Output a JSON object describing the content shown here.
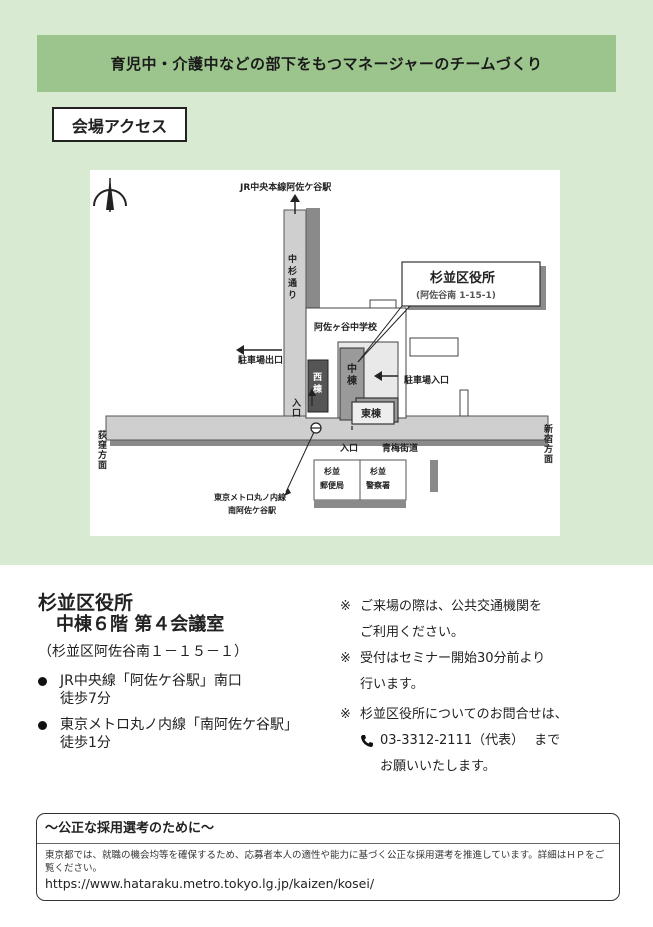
{
  "banner": {
    "title": "育児中・介護中などの部下をもつマネージャーのチームづくり"
  },
  "access_label": "会場アクセス",
  "map": {
    "jr_station": "JR中央本線阿佐ケ谷駅",
    "street_name": [
      "中",
      "杉",
      "通",
      "り"
    ],
    "school": "阿佐ヶ谷中学校",
    "parking_exit": "駐車場出口",
    "parking_entrance": "駐車場入口",
    "office_name": "杉並区役所",
    "office_address": "(阿佐谷南 1-15-1)",
    "west_wing": [
      "西",
      "棟"
    ],
    "center_wing": [
      "中",
      "棟"
    ],
    "east_wing": "東棟",
    "entrance_1": [
      "入",
      "口"
    ],
    "entrance_2": "入口",
    "road_name": "青梅街道",
    "left_direction": [
      "荻",
      "窪",
      "方",
      "面"
    ],
    "right_direction": [
      "新",
      "宿",
      "方",
      "面"
    ],
    "post_office": [
      "杉並",
      "郵便局"
    ],
    "police": [
      "杉並",
      "警察署"
    ],
    "metro_station": [
      "東京メトロ丸ノ内線",
      "南阿佐ケ谷駅"
    ]
  },
  "venue": {
    "name": "杉並区役所",
    "floor": "中棟６階  第４会議室",
    "address": "（杉並区阿佐谷南１－１５－１）",
    "routes": [
      {
        "line1": "JR中央線「阿佐ケ谷駅」南口",
        "line2": "徒歩7分"
      },
      {
        "line1": "東京メトロ丸ノ内線「南阿佐ケ谷駅」",
        "line2": "徒歩1分"
      }
    ]
  },
  "notes": {
    "mark": "※",
    "note1_line1": "ご来場の際は、公共交通機関を",
    "note1_line2": "ご利用ください。",
    "note2_line1": "受付はセミナー開始30分前より",
    "note2_line2": "行います。",
    "note3_line1": "杉並区役所についてのお問合せは、",
    "phone": "03-3312-2111（代表）",
    "phone_suffix": "まで",
    "note3_line3": "お願いいたします。"
  },
  "fair": {
    "title": "～公正な採用選考のために～",
    "body": "東京都では、就職の機会均等を確保するため、応募者本人の適性や能力に基づく公正な採用選考を推進しています。詳細はＨＰをご覧ください。",
    "url": "https://www.hataraku.metro.tokyo.lg.jp/kaizen/kosei/"
  }
}
